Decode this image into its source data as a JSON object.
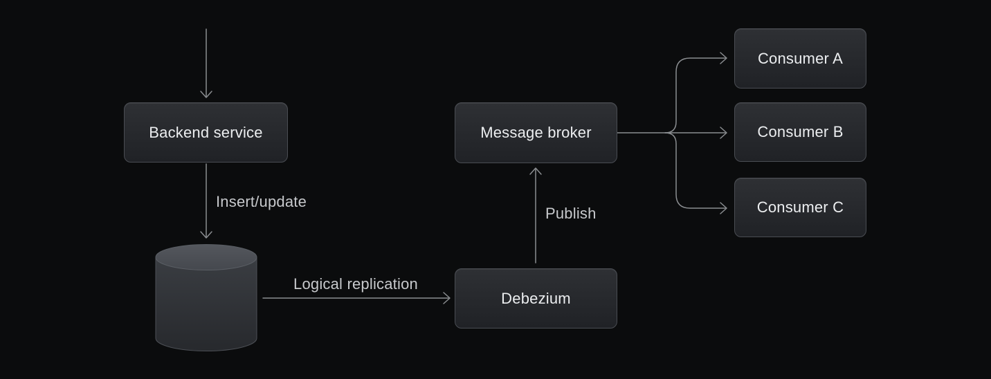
{
  "diagram": {
    "title": "Change data capture pipeline diagram",
    "colors": {
      "background": "#0b0c0d",
      "node_fill_top": "#2e3034",
      "node_fill_bottom": "#202226",
      "node_border": "#4a4d53",
      "node_text": "#eceef0",
      "edge_label_text": "#c7c9cc",
      "connector_stroke": "#8b8e91",
      "cylinder_top": "#4e5157",
      "cylinder_body": "#2e3034"
    },
    "nodes": {
      "backend_service": {
        "label": "Backend service"
      },
      "database": {
        "label": "",
        "shape": "database-cylinder"
      },
      "debezium": {
        "label": "Debezium"
      },
      "message_broker": {
        "label": "Message broker"
      },
      "consumer_a": {
        "label": "Consumer A"
      },
      "consumer_b": {
        "label": "Consumer B"
      },
      "consumer_c": {
        "label": "Consumer C"
      }
    },
    "edges": {
      "incoming_to_backend": {
        "label": ""
      },
      "insert_update": {
        "label": "Insert/update"
      },
      "logical_replication": {
        "label": "Logical replication"
      },
      "publish": {
        "label": "Publish"
      },
      "broker_to_consumer_a": {
        "label": ""
      },
      "broker_to_consumer_b": {
        "label": ""
      },
      "broker_to_consumer_c": {
        "label": ""
      }
    }
  }
}
